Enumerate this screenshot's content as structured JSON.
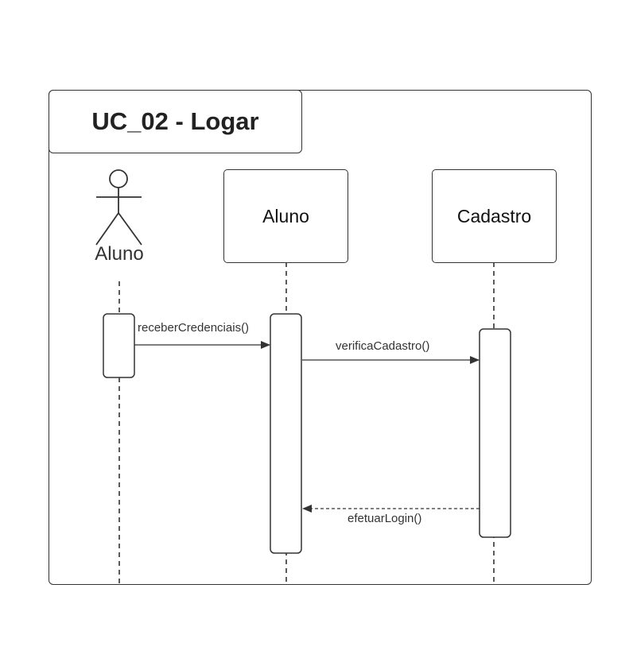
{
  "frame": {
    "title": "UC_02 - Logar"
  },
  "actor": {
    "label": "Aluno",
    "icon": "stick-figure"
  },
  "lifelines": [
    {
      "label": "Aluno"
    },
    {
      "label": "Cadastro"
    }
  ],
  "messages": [
    {
      "label": "receberCredenciais()",
      "style": "solid"
    },
    {
      "label": "verificaCadastro()",
      "style": "solid"
    },
    {
      "label": "efetuarLogin()",
      "style": "dashed"
    }
  ]
}
